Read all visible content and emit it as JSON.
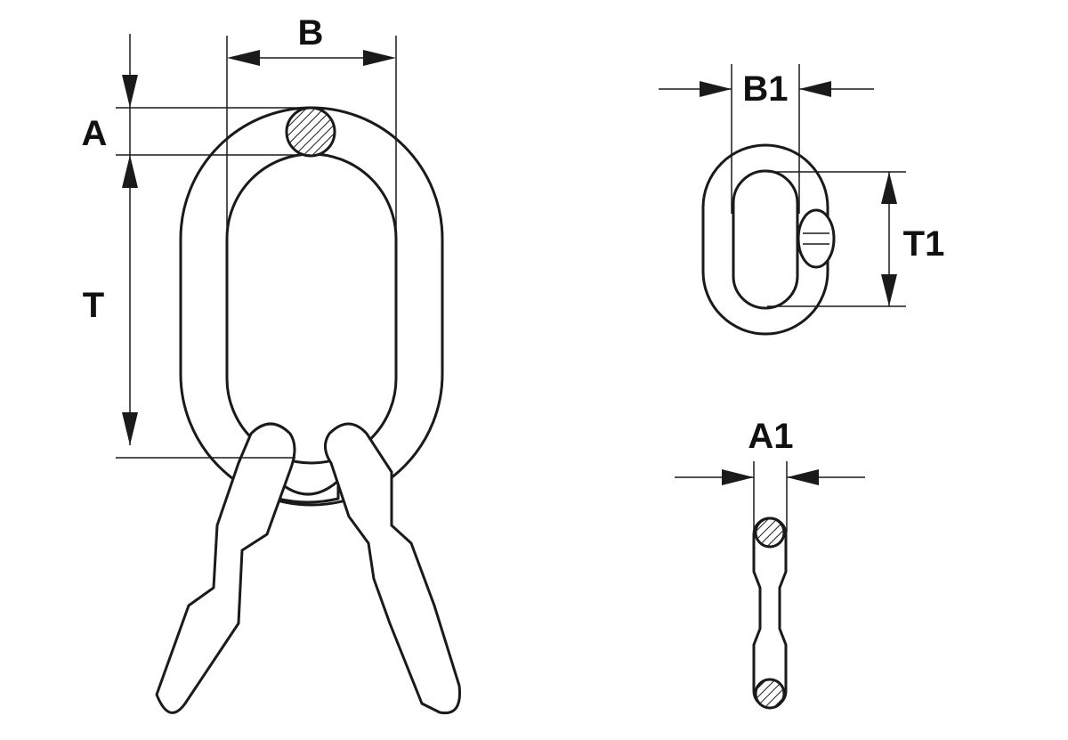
{
  "labels": {
    "b": "B",
    "a": "A",
    "t": "T",
    "b1": "B1",
    "t1": "T1",
    "a1": "A1"
  },
  "colors": {
    "line": "#1a1a1a",
    "background": "#ffffff"
  }
}
